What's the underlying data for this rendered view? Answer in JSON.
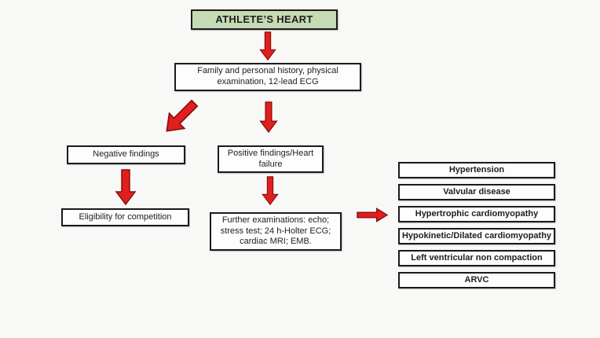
{
  "diagram": {
    "title": "ATHLETE’S HEART",
    "nodes": {
      "history": "Family and personal history, physical examination, 12-lead ECG",
      "negative": "Negative findings",
      "positive": "Positive findings/Heart failure",
      "eligibility": "Eligibility for competition",
      "further": "Further examinations: echo; stress test; 24 h-Holter ECG; cardiac MRI; EMB."
    },
    "outcomes": [
      "Hypertension",
      "Valvular disease",
      "Hypertrophic cardiomyopathy",
      "Hypokinetic/Dilated cardiomyopathy",
      "Left ventricular non compaction",
      "ARVC"
    ],
    "colors": {
      "background": "#f8f8f7",
      "title_fill": "#c5dab5",
      "box_border": "#1a1a1a",
      "arrow_red": "#e11f1f",
      "arrow_outline": "#8a0f0f"
    }
  }
}
